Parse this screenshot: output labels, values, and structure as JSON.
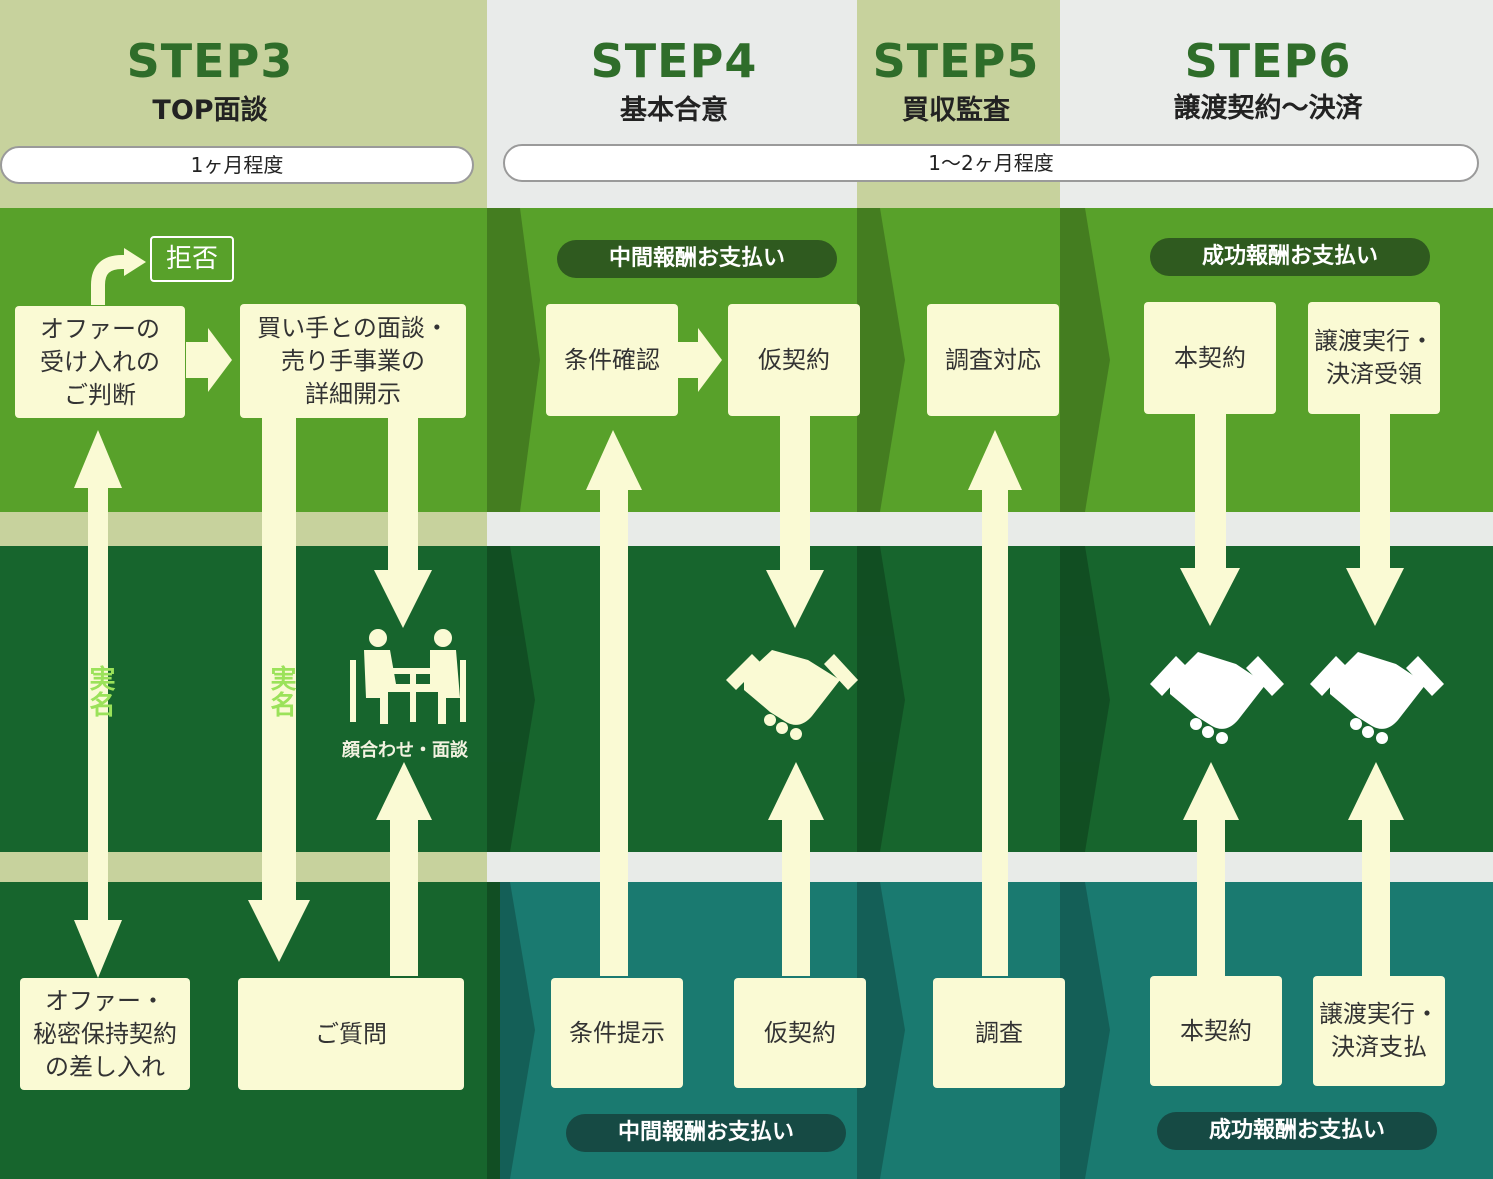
{
  "steps": [
    {
      "step": "STEP3",
      "name": "TOP面談"
    },
    {
      "step": "STEP4",
      "name": "基本合意"
    },
    {
      "step": "STEP5",
      "name": "買収監査"
    },
    {
      "step": "STEP6",
      "name": "譲渡契約〜決済"
    }
  ],
  "durations": {
    "left": "1ヶ月程度",
    "right": "1〜2ヶ月程度"
  },
  "reject_label": "拒否",
  "top_row": {
    "offer_judgement": "オファーの\n受け入れの\nご判断",
    "interview_disclosure": "買い手との面談・\n売り手事業の\n詳細開示",
    "condition_check": "条件確認",
    "provisional_contract": "仮契約",
    "investigation_response": "調査対応",
    "main_contract": "本契約",
    "transfer_receipt": "譲渡実行・\n決済受領"
  },
  "bottom_row": {
    "offer_nda": "オファー・\n秘密保持契約\nの差し入れ",
    "question": "ご質問",
    "condition_offer": "条件提示",
    "provisional_contract": "仮契約",
    "investigation": "調査",
    "main_contract": "本契約",
    "transfer_payment": "譲渡実行・\n決済支払"
  },
  "payments": {
    "interim_top": "中間報酬お支払い",
    "success_top": "成功報酬お支払い",
    "interim_bottom": "中間報酬お支払い",
    "success_bottom": "成功報酬お支払い"
  },
  "real_name_label": "実名",
  "meeting_caption": "顔合わせ・面談",
  "colors": {
    "header_step3": "#c7d29d",
    "header_step4": "#e9ebea",
    "header_step5": "#c7d29d",
    "header_step6": "#eaecea",
    "band_top": "#58a12a",
    "band_middle": "#17652d",
    "band_bottom": "#1a7a70",
    "card": "#fafad4",
    "title_green": "#2f6d2a"
  }
}
